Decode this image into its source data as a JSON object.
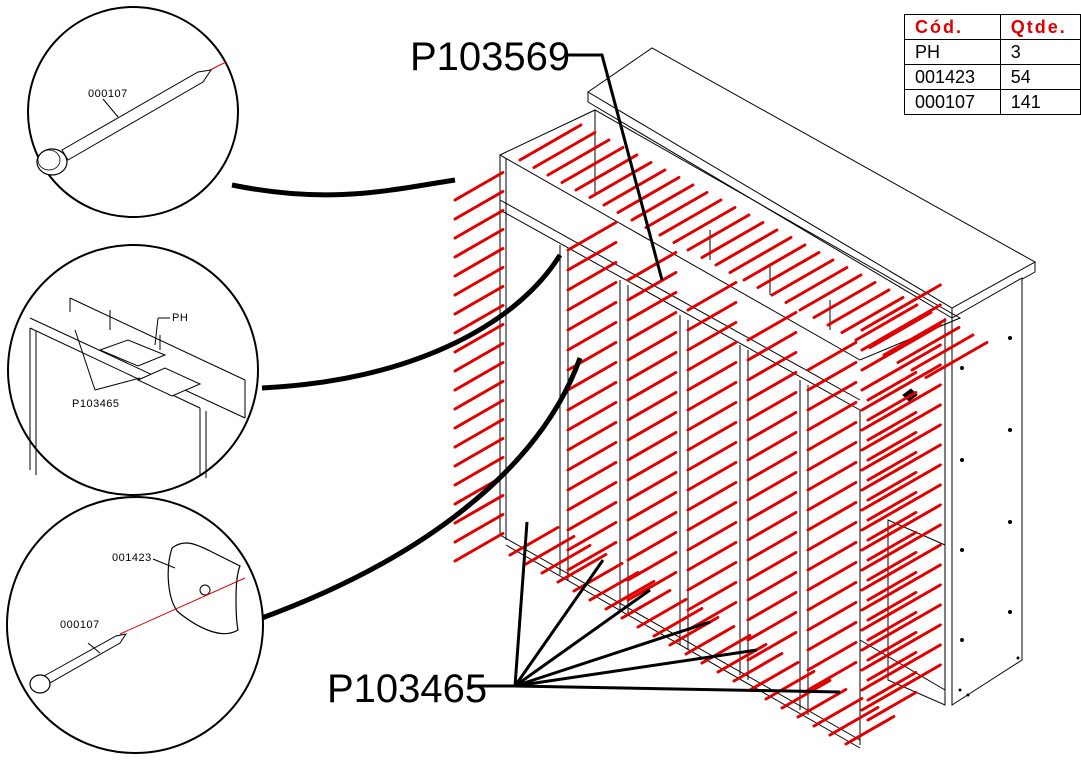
{
  "callouts": {
    "top_panel": "P103569",
    "dividers": "P103465"
  },
  "details": {
    "nail": {
      "code": "000107"
    },
    "joint": {
      "code_ph": "PH",
      "code_panel": "P103465"
    },
    "plate": {
      "code_plate": "001423",
      "code_nail": "000107"
    }
  },
  "table": {
    "headers": [
      "Cód.",
      "Qtde."
    ],
    "rows": [
      {
        "code": "PH",
        "qty": "3"
      },
      {
        "code": "001423",
        "qty": "54"
      },
      {
        "code": "000107",
        "qty": "141"
      }
    ]
  },
  "colors": {
    "nails": "#e00000",
    "lines": "#000000"
  }
}
